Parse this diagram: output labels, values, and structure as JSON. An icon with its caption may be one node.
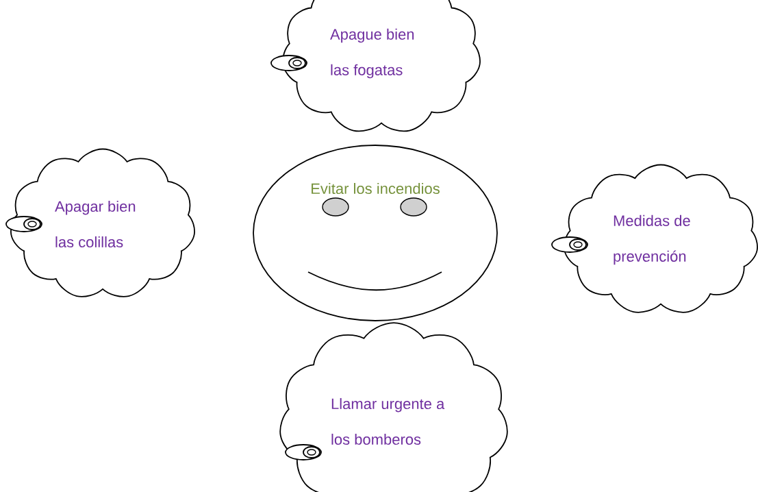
{
  "diagram": {
    "nodes": [
      {
        "text": [
          "Evitar los incendios"
        ]
      },
      {
        "text": [
          "Apague bien las fogatas"
        ]
      },
      {
        "text": [
          "Apagar bien las colillas"
        ]
      },
      {
        "text": [
          "Medidas de prevención"
        ]
      },
      {
        "text": [
          "Llamar urgente a los bomberos"
        ]
      }
    ]
  }
}
